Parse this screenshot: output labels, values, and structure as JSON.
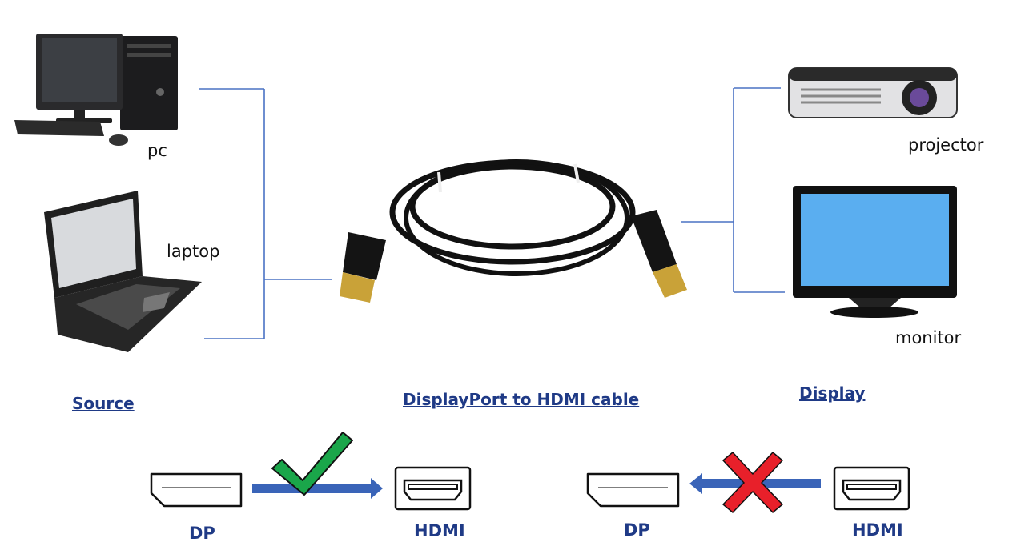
{
  "devices": {
    "source": {
      "pc": "pc",
      "laptop": "laptop"
    },
    "display": {
      "projector": "projector",
      "monitor": "monitor"
    }
  },
  "headings": {
    "source": "Source",
    "cable": "DisplayPort to HDMI cable",
    "display": "Display"
  },
  "directions": [
    {
      "from": "DP",
      "to": "HDMI",
      "status": "supported",
      "icon": "check-icon"
    },
    {
      "from": "HDMI",
      "to": "DP",
      "status": "not-supported",
      "icon": "cross-icon"
    }
  ],
  "colors": {
    "connector_line": "#4a72c4",
    "heading": "#1f3a86",
    "check": "#1aa64a",
    "cross": "#e8202a",
    "arrow": "#3a64b8"
  }
}
